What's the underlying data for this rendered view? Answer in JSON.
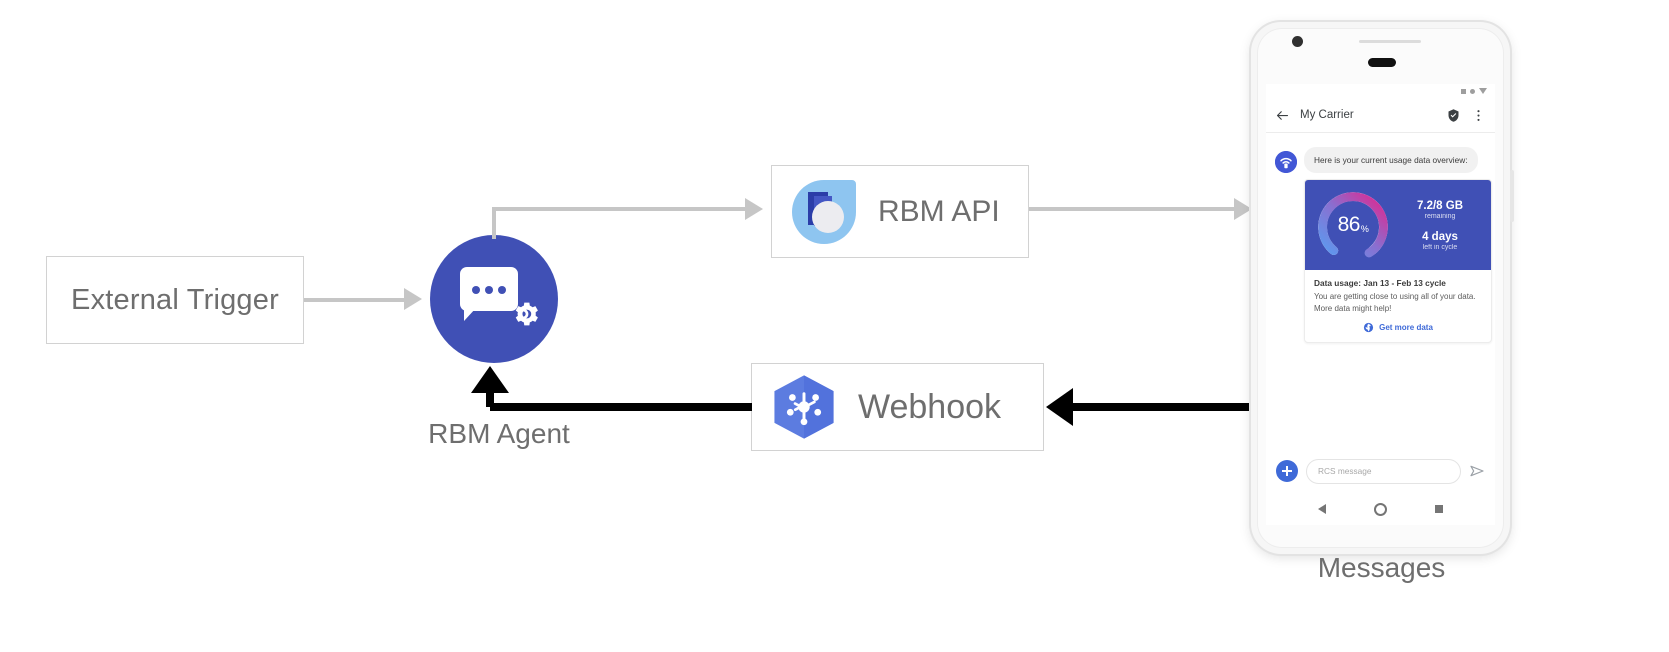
{
  "diagram": {
    "external_trigger": {
      "label": "External Trigger"
    },
    "rbm_agent": {
      "label": "RBM Agent",
      "icon": "chat-gear-icon"
    },
    "rbm_api": {
      "label": "RBM API",
      "icon": "rbm-droplet-icon"
    },
    "webhook": {
      "label": "Webhook",
      "icon": "cloud-functions-hexagon-icon"
    },
    "messages_label": "Messages",
    "colors": {
      "agent_blue": "#4050b5",
      "api_light_blue": "#8ec5f0",
      "api_dark_blue": "#2b3da8",
      "webhook_blue": "#5c7ce0",
      "connector_gray": "#c6c6c6",
      "connector_black": "#000000",
      "box_border": "#d2d2d2",
      "label_gray": "#6e6e6e"
    }
  },
  "phone": {
    "statusbar": {
      "icons": [
        "signal-icon",
        "wifi-dot-icon",
        "battery-icon"
      ]
    },
    "appbar": {
      "back_icon": "back-arrow-icon",
      "title": "My Carrier",
      "verified_icon": "verified-shield-icon",
      "overflow_icon": "more-vertical-icon"
    },
    "conversation": {
      "avatar_icon": "carrier-wifi-avatar-icon",
      "incoming_message": "Here is your current usage data overview:",
      "card": {
        "gauge": {
          "percent": "86",
          "percent_symbol": "%",
          "value": 86
        },
        "data_remaining": "7.2/8 GB",
        "data_remaining_sub": "remaining",
        "days_left": "4 days",
        "days_left_sub": "left in cycle",
        "title": "Data usage: Jan 13 - Feb 13 cycle",
        "description": "You are getting close to using all of your data. More data might help!",
        "action_icon": "globe-icon",
        "action_label": "Get more data"
      }
    },
    "composer": {
      "add_icon": "plus-icon",
      "placeholder": "RCS message",
      "send_icon": "send-icon"
    },
    "navbar": {
      "back": "nav-back-icon",
      "home": "nav-home-icon",
      "recents": "nav-recents-icon"
    }
  }
}
